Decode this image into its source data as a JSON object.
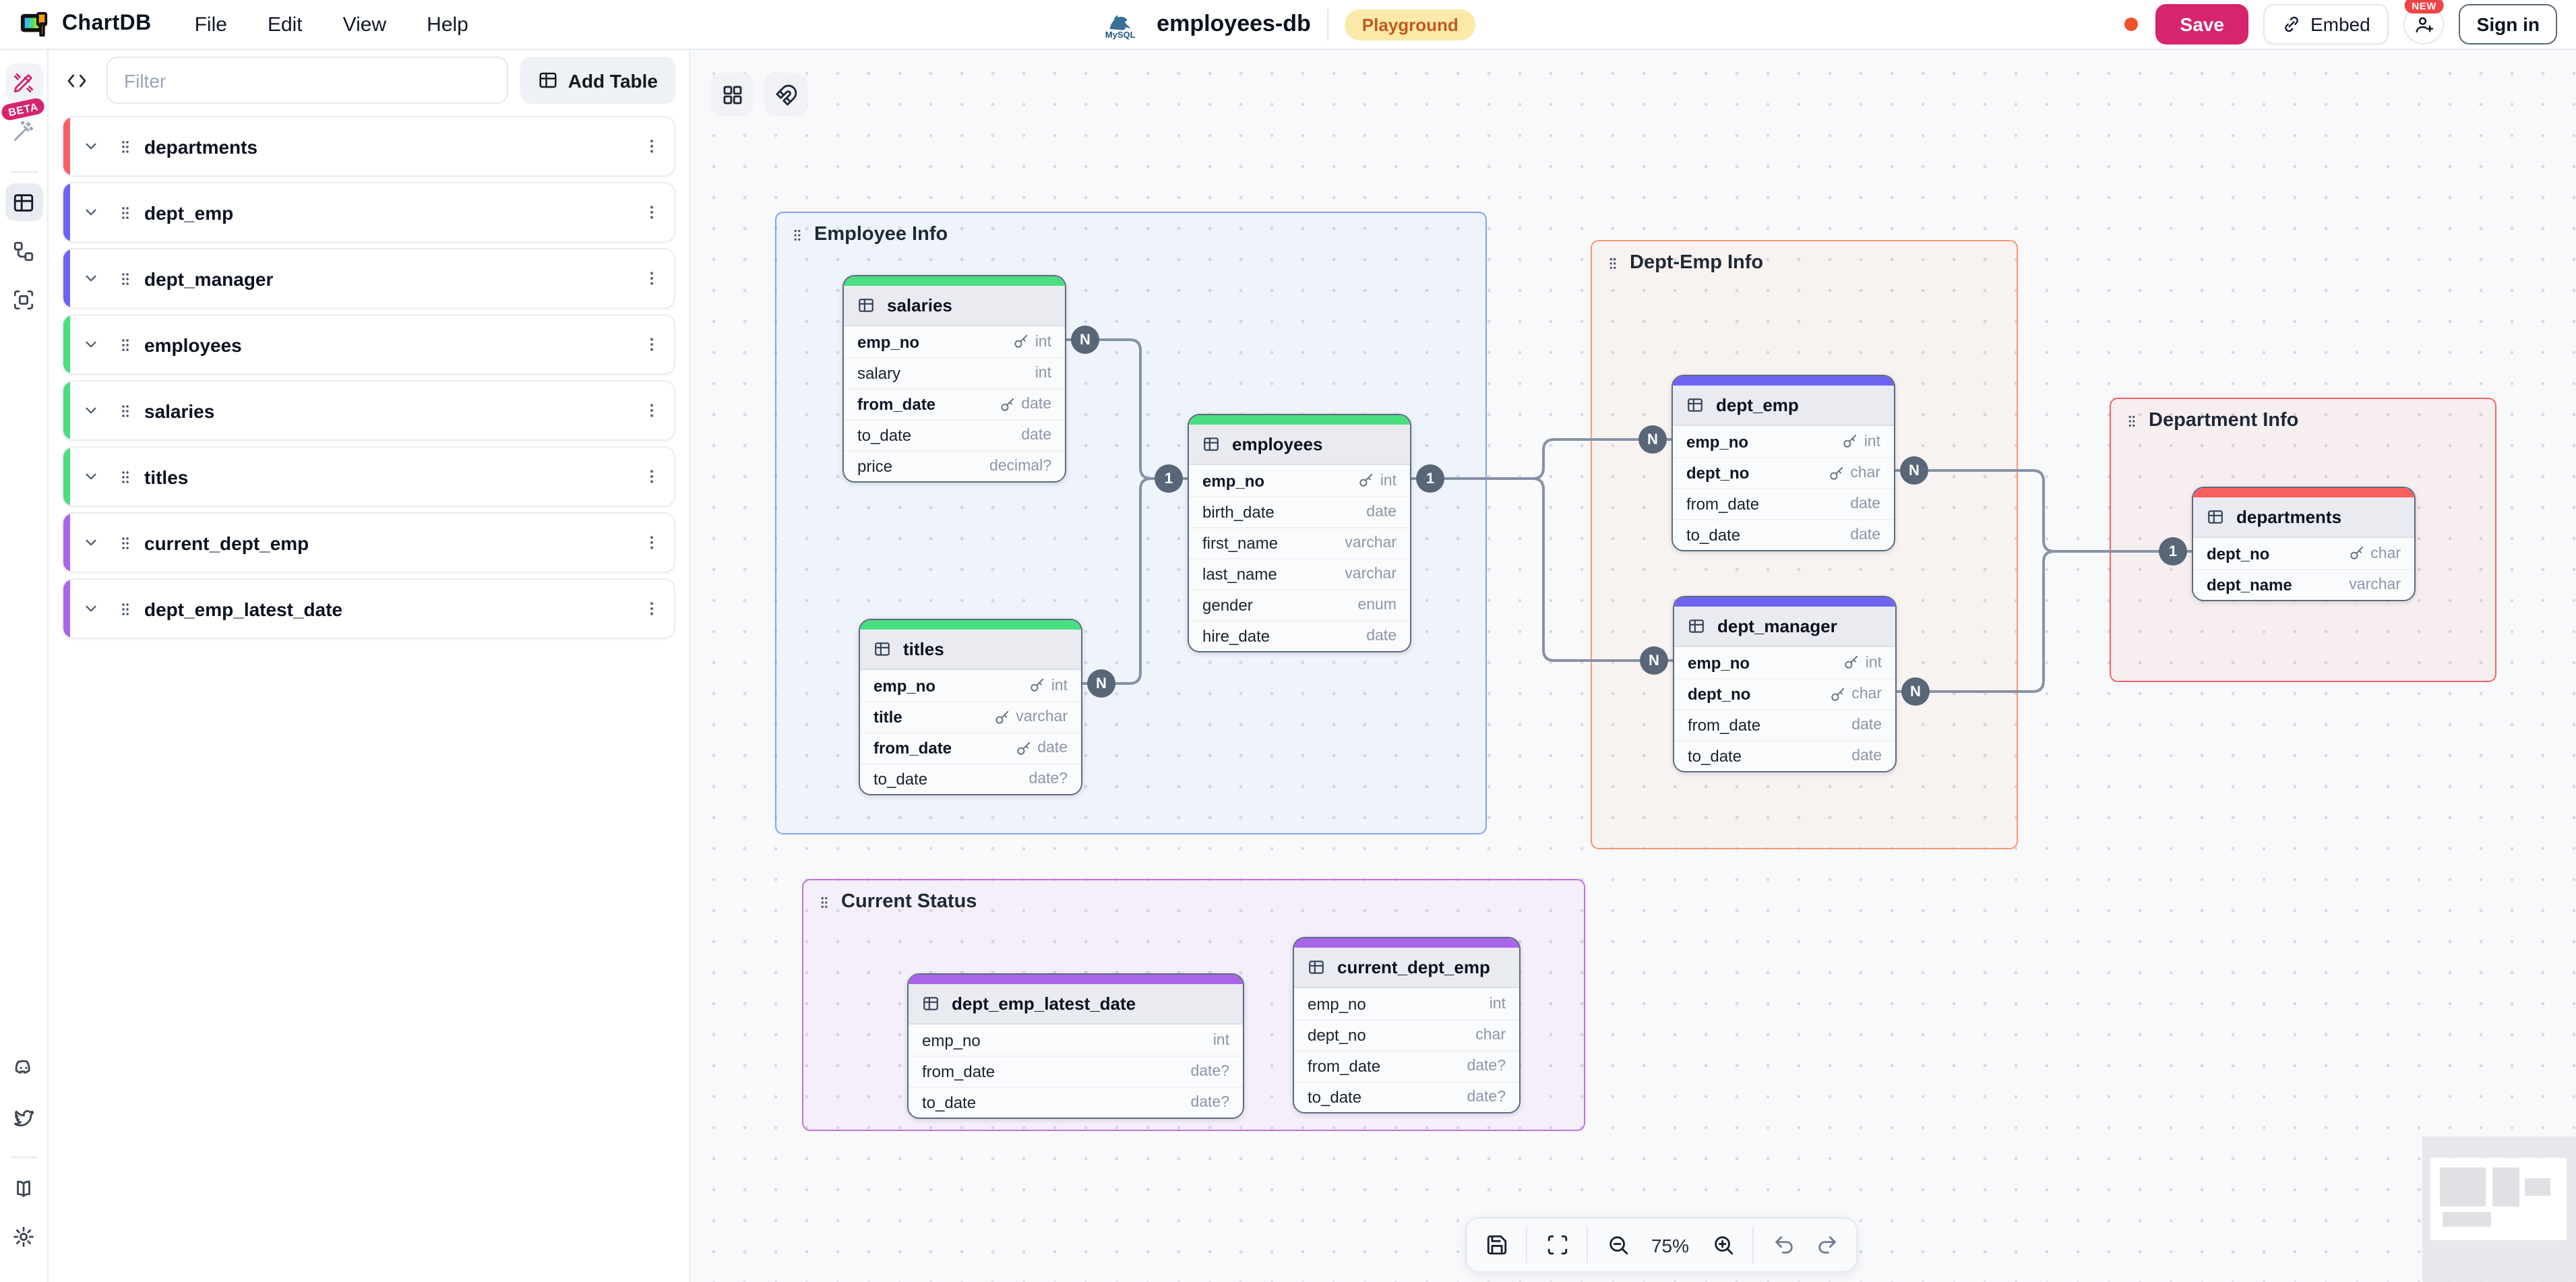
{
  "menubar": {
    "app_name": "ChartDB",
    "menus": [
      "File",
      "Edit",
      "View",
      "Help"
    ],
    "db_icon_label": "MySQL",
    "diagram_name": "employees-db",
    "environment_badge": "Playground",
    "save_label": "Save",
    "embed_label": "Embed",
    "new_badge": "NEW",
    "sign_in_label": "Sign in"
  },
  "sidebar": {
    "filter_placeholder": "Filter",
    "add_table_label": "Add Table",
    "beta_badge": "BETA",
    "tables": [
      "departments",
      "dept_emp",
      "dept_manager",
      "employees",
      "salaries",
      "titles",
      "current_dept_emp",
      "dept_emp_latest_date"
    ]
  },
  "canvas": {
    "zoom_label": "75%",
    "areas": [
      {
        "id": "employee-info",
        "label": "Employee Info",
        "color": "#7fa3f5"
      },
      {
        "id": "dept-emp-info",
        "label": "Dept-Emp Info",
        "color": "#f99672"
      },
      {
        "id": "department-info",
        "label": "Department Info",
        "color": "#f66262"
      },
      {
        "id": "current-status",
        "label": "Current Status",
        "color": "#c46fe3"
      }
    ],
    "tables": [
      {
        "id": "salaries",
        "name": "salaries",
        "color": "#4ade80",
        "fields": [
          {
            "name": "emp_no",
            "type": "int",
            "key": true,
            "bold": true
          },
          {
            "name": "salary",
            "type": "int",
            "key": false,
            "bold": false
          },
          {
            "name": "from_date",
            "type": "date",
            "key": true,
            "bold": true
          },
          {
            "name": "to_date",
            "type": "date",
            "key": false,
            "bold": false
          },
          {
            "name": "price",
            "type": "decimal?",
            "key": false,
            "bold": false
          }
        ]
      },
      {
        "id": "titles",
        "name": "titles",
        "color": "#4ade80",
        "fields": [
          {
            "name": "emp_no",
            "type": "int",
            "key": true,
            "bold": true
          },
          {
            "name": "title",
            "type": "varchar",
            "key": true,
            "bold": true
          },
          {
            "name": "from_date",
            "type": "date",
            "key": true,
            "bold": true
          },
          {
            "name": "to_date",
            "type": "date?",
            "key": false,
            "bold": false
          }
        ]
      },
      {
        "id": "employees",
        "name": "employees",
        "color": "#4ade80",
        "fields": [
          {
            "name": "emp_no",
            "type": "int",
            "key": true,
            "bold": true
          },
          {
            "name": "birth_date",
            "type": "date",
            "key": false,
            "bold": false
          },
          {
            "name": "first_name",
            "type": "varchar",
            "key": false,
            "bold": false
          },
          {
            "name": "last_name",
            "type": "varchar",
            "key": false,
            "bold": false
          },
          {
            "name": "gender",
            "type": "enum",
            "key": false,
            "bold": false
          },
          {
            "name": "hire_date",
            "type": "date",
            "key": false,
            "bold": false
          }
        ]
      },
      {
        "id": "dept_emp",
        "name": "dept_emp",
        "color": "#6e63f1",
        "fields": [
          {
            "name": "emp_no",
            "type": "int",
            "key": true,
            "bold": true
          },
          {
            "name": "dept_no",
            "type": "char",
            "key": true,
            "bold": true
          },
          {
            "name": "from_date",
            "type": "date",
            "key": false,
            "bold": false
          },
          {
            "name": "to_date",
            "type": "date",
            "key": false,
            "bold": false
          }
        ]
      },
      {
        "id": "dept_manager",
        "name": "dept_manager",
        "color": "#6e63f1",
        "fields": [
          {
            "name": "emp_no",
            "type": "int",
            "key": true,
            "bold": true
          },
          {
            "name": "dept_no",
            "type": "char",
            "key": true,
            "bold": true
          },
          {
            "name": "from_date",
            "type": "date",
            "key": false,
            "bold": false
          },
          {
            "name": "to_date",
            "type": "date",
            "key": false,
            "bold": false
          }
        ]
      },
      {
        "id": "departments",
        "name": "departments",
        "color": "#fa5f5f",
        "fields": [
          {
            "name": "dept_no",
            "type": "char",
            "key": true,
            "bold": true
          },
          {
            "name": "dept_name",
            "type": "varchar",
            "key": false,
            "bold": true
          }
        ]
      },
      {
        "id": "dept_emp_latest_date",
        "name": "dept_emp_latest_date",
        "color": "#a965ea",
        "fields": [
          {
            "name": "emp_no",
            "type": "int",
            "key": false,
            "bold": false
          },
          {
            "name": "from_date",
            "type": "date?",
            "key": false,
            "bold": false
          },
          {
            "name": "to_date",
            "type": "date?",
            "key": false,
            "bold": false
          }
        ]
      },
      {
        "id": "current_dept_emp",
        "name": "current_dept_emp",
        "color": "#a965ea",
        "fields": [
          {
            "name": "emp_no",
            "type": "int",
            "key": false,
            "bold": false
          },
          {
            "name": "dept_no",
            "type": "char",
            "key": false,
            "bold": false
          },
          {
            "name": "from_date",
            "type": "date?",
            "key": false,
            "bold": false
          },
          {
            "name": "to_date",
            "type": "date?",
            "key": false,
            "bold": false
          }
        ]
      }
    ],
    "badges": [
      {
        "id": "salaries-emp-no",
        "label": "N"
      },
      {
        "id": "titles-emp-no",
        "label": "N"
      },
      {
        "id": "employees-emp-no-left",
        "label": "1"
      },
      {
        "id": "employees-emp-no-right",
        "label": "1"
      },
      {
        "id": "dept-emp-emp-no",
        "label": "N"
      },
      {
        "id": "dept-emp-dept-no",
        "label": "N"
      },
      {
        "id": "dept-manager-emp-no",
        "label": "N"
      },
      {
        "id": "dept-manager-dept-no",
        "label": "N"
      },
      {
        "id": "departments-dept-no",
        "label": "1"
      }
    ]
  }
}
